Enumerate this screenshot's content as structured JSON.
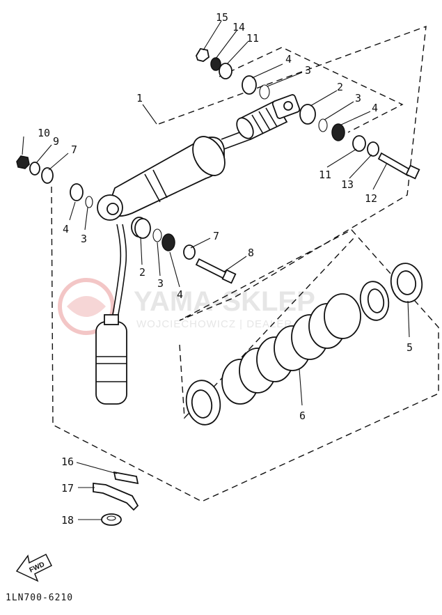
{
  "diagram": {
    "code": "1LN700-6210",
    "fwd_label": "FWD",
    "watermark": {
      "title": "YAMA-SKLEP",
      "subtitle": "WOJCIECHOWICZ | DEALER YAMAHA"
    },
    "callouts": [
      "1",
      "2",
      "3",
      "4",
      "5",
      "6",
      "7",
      "8",
      "9",
      "10",
      "11",
      "12",
      "13",
      "14",
      "15",
      "16",
      "17",
      "18"
    ]
  }
}
